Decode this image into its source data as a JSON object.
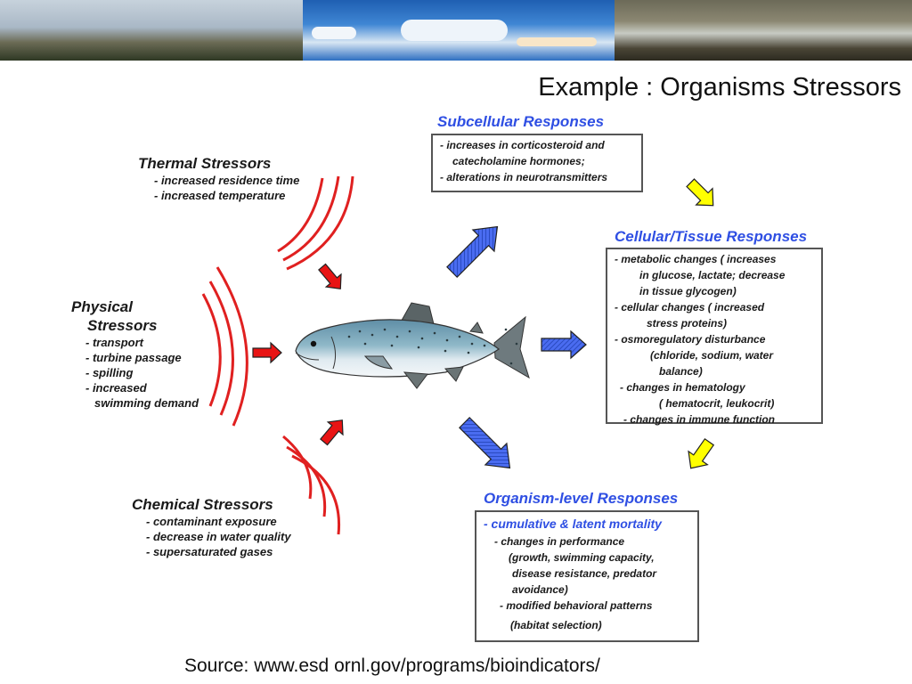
{
  "title": "Example : Organisms Stressors",
  "source": "Source: www.esd ornl.gov/programs/bioindicators/",
  "stressors": {
    "thermal": {
      "head": "Thermal Stressors",
      "items": [
        "- increased  residence time",
        "- increased temperature"
      ]
    },
    "physical": {
      "head1": "Physical",
      "head2": "Stressors",
      "items": [
        "- transport",
        "- turbine passage",
        "- spilling",
        "- increased",
        "swimming demand"
      ]
    },
    "chemical": {
      "head": "Chemical Stressors",
      "items": [
        "- contaminant exposure",
        "- decrease in water quality",
        "- supersaturated gases"
      ]
    }
  },
  "responses": {
    "subcellular": {
      "title": "Subcellular Responses",
      "items": [
        "-  increases in corticosteroid and",
        "catecholamine hormones;",
        "-  alterations in neurotransmitters"
      ]
    },
    "cellular": {
      "title": "Cellular/Tissue Responses",
      "items": [
        "- metabolic changes ( increases",
        "in glucose, lactate; decrease",
        "in tissue glycogen)",
        "- cellular changes ( increased",
        "stress proteins)",
        "- osmoregulatory disturbance",
        "(chloride, sodium, water",
        "balance)",
        "- changes in hematology",
        "( hematocrit, leukocrit)",
        "- changes in immune function"
      ]
    },
    "organism": {
      "title": "Organism-level Responses",
      "highlight": "- cumulative & latent mortality",
      "items": [
        "- changes in performance",
        "(growth,  swimming capacity,",
        "disease  resistance, predator",
        "avoidance)",
        "- modified behavioral patterns",
        "(habitat selection)"
      ]
    }
  },
  "colors": {
    "accent_blue": "#2f4fe3",
    "arrow_red": "#e81414",
    "arrow_yellow": "#ffff00",
    "wave_red": "#e02020"
  }
}
